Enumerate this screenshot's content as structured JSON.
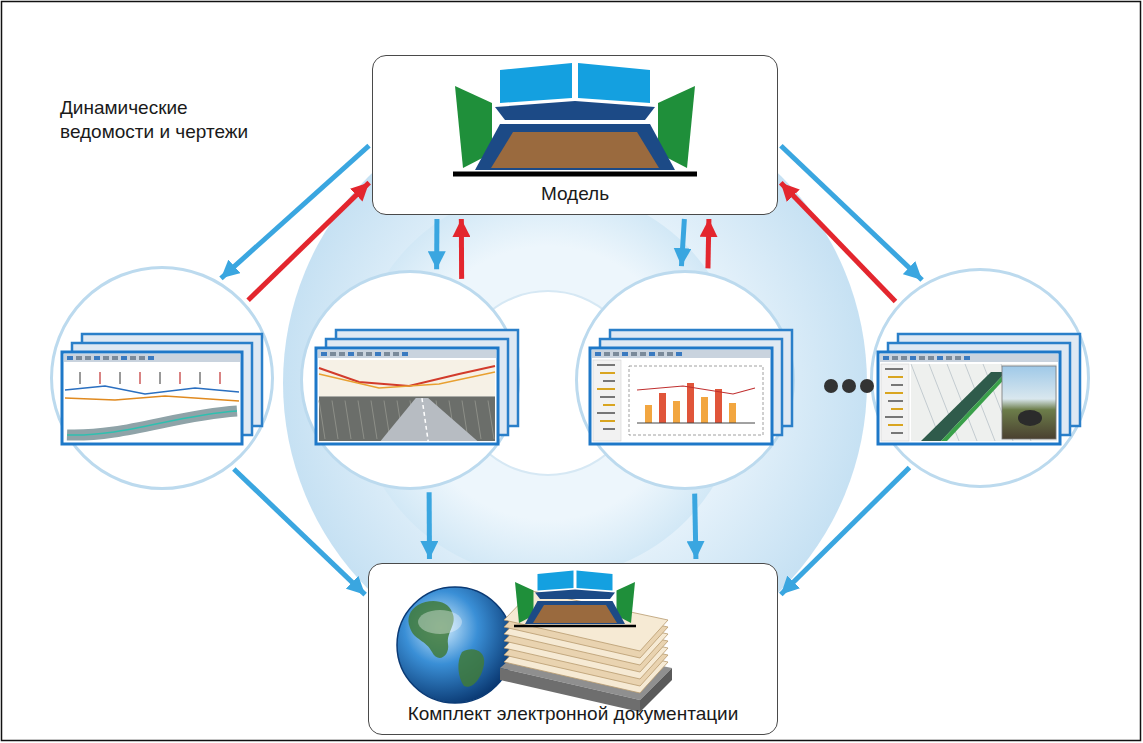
{
  "diagram": {
    "nodes": [
      {
        "text": [
          "Модель"
        ]
      },
      {
        "text": [
          "Динамические ведомости и чертежи"
        ]
      },
      {
        "text": []
      },
      {
        "text": []
      },
      {
        "text": []
      },
      {
        "text": [
          "Комплект электронной документации"
        ]
      }
    ],
    "edges": [
      {
        "from": 0,
        "to": 1,
        "arrow": "to"
      },
      {
        "from": 1,
        "to": 0,
        "arrow": "to"
      },
      {
        "from": 0,
        "to": 2,
        "arrow": "to"
      },
      {
        "from": 2,
        "to": 0,
        "arrow": "to"
      },
      {
        "from": 0,
        "to": 3,
        "arrow": "to"
      },
      {
        "from": 3,
        "to": 0,
        "arrow": "to"
      },
      {
        "from": 0,
        "to": 4,
        "arrow": "to"
      },
      {
        "from": 4,
        "to": 0,
        "arrow": "to"
      },
      {
        "from": 1,
        "to": 5,
        "arrow": "to"
      },
      {
        "from": 2,
        "to": 5,
        "arrow": "to"
      },
      {
        "from": 3,
        "to": 5,
        "arrow": "to"
      },
      {
        "from": 4,
        "to": 5,
        "arrow": "to"
      }
    ]
  }
}
